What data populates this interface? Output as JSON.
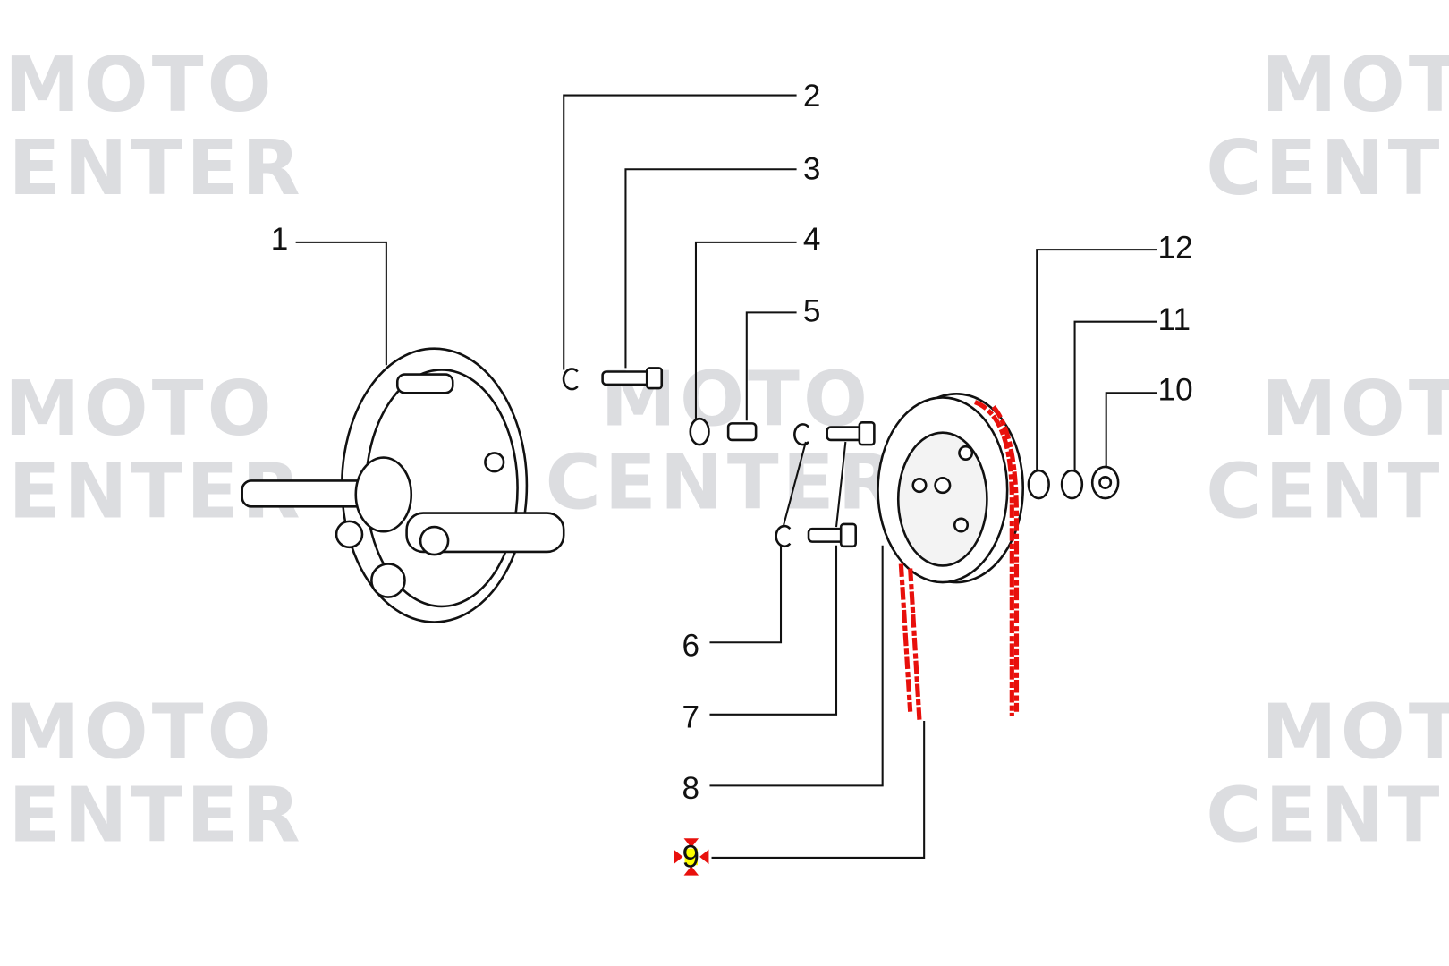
{
  "watermark": {
    "line1": "MOTO",
    "line2": "CENTER"
  },
  "labels": [
    "1",
    "2",
    "3",
    "4",
    "5",
    "6",
    "7",
    "8",
    "9",
    "10",
    "11",
    "12"
  ],
  "selected_label": "9",
  "colors": {
    "highlight": "#e8100c",
    "marker_fill": "#ffff00",
    "watermark": "#dcdde0"
  }
}
